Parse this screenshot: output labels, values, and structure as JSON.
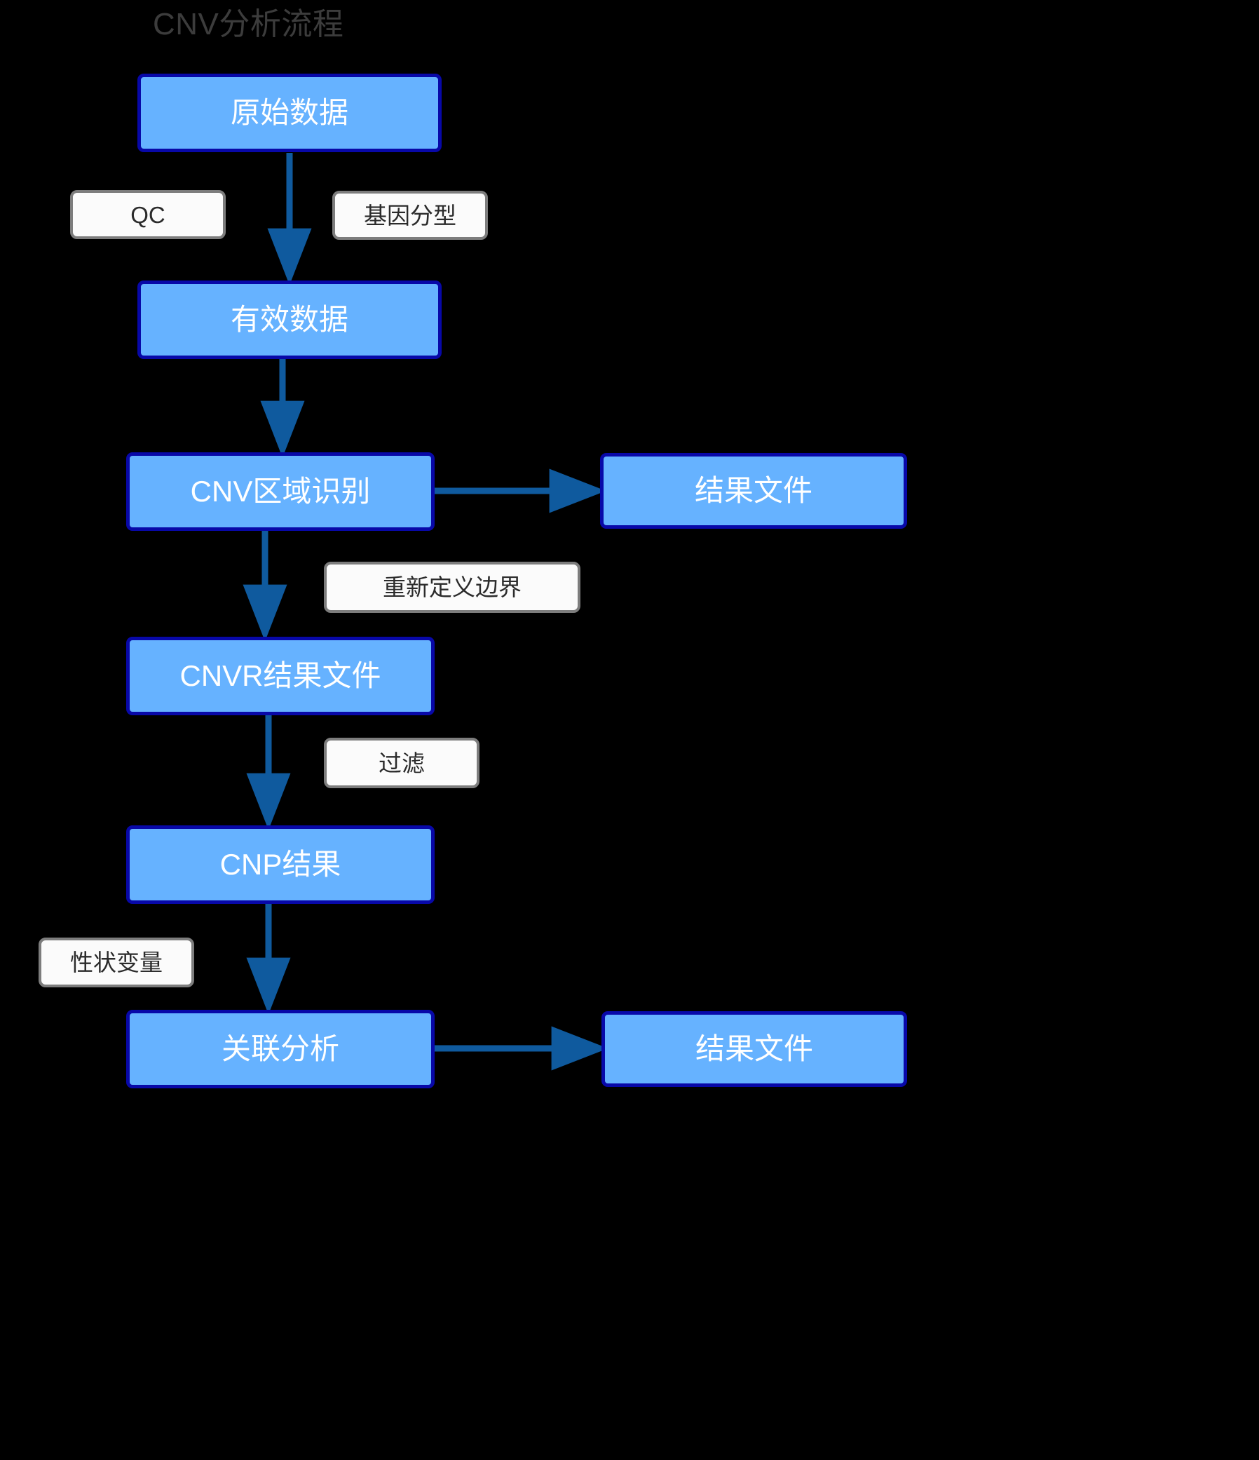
{
  "diagram": {
    "title": "CNV分析流程",
    "background_color": "#000000",
    "node_fill_color": "#66b2ff",
    "node_border_color": "#0808a8",
    "node_text_color": "#ffffff",
    "edge_color": "#0f5a9e",
    "label_fill_color": "#fbfbfb",
    "label_border_color": "#7d7d7d",
    "label_text_color": "#2b2b2b",
    "title_color": "#3c3c3c"
  },
  "nodes": [
    {
      "id": "raw-data",
      "label": "原始数据"
    },
    {
      "id": "valid-data",
      "label": "有效数据"
    },
    {
      "id": "cnv-region",
      "label": "CNV区域识别"
    },
    {
      "id": "result-file-1",
      "label": "结果文件"
    },
    {
      "id": "cnvr-result",
      "label": "CNVR结果文件"
    },
    {
      "id": "cnp-result",
      "label": "CNP结果"
    },
    {
      "id": "assoc-analysis",
      "label": "关联分析"
    },
    {
      "id": "result-file-2",
      "label": "结果文件"
    }
  ],
  "edge_labels": [
    {
      "id": "qc",
      "label": "QC"
    },
    {
      "id": "genotyping",
      "label": "基因分型"
    },
    {
      "id": "redefine",
      "label": "重新定义边界"
    },
    {
      "id": "filter",
      "label": "过滤"
    },
    {
      "id": "trait-variable",
      "label": "性状变量"
    }
  ],
  "edges": [
    {
      "from": "raw-data",
      "to": "valid-data",
      "label": "QC / 基因分型"
    },
    {
      "from": "valid-data",
      "to": "cnv-region",
      "label": ""
    },
    {
      "from": "cnv-region",
      "to": "result-file-1",
      "label": ""
    },
    {
      "from": "cnv-region",
      "to": "cnvr-result",
      "label": "重新定义边界"
    },
    {
      "from": "cnvr-result",
      "to": "cnp-result",
      "label": "过滤"
    },
    {
      "from": "cnp-result",
      "to": "assoc-analysis",
      "label": "性状变量"
    },
    {
      "from": "assoc-analysis",
      "to": "result-file-2",
      "label": ""
    }
  ]
}
